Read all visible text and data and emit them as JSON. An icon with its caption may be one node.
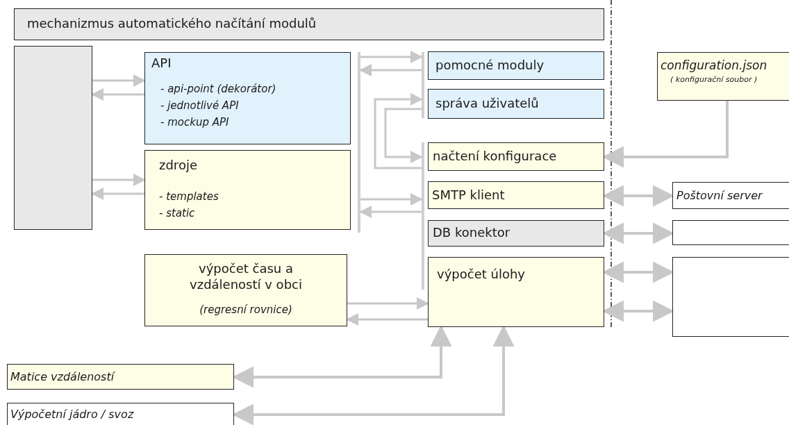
{
  "diagram": {
    "nodes": [
      {
        "text": [
          "mechanizmus automatického načítání modulů"
        ]
      },
      {
        "text": [],
        "shape": "box"
      },
      {
        "text": [
          "API",
          "- api-point (dekorátor)",
          "- jednotlivé API",
          "- mockup API"
        ]
      },
      {
        "text": [
          "zdroje",
          "- templates",
          "- static"
        ]
      },
      {
        "text": [],
        "shape": "bar"
      },
      {
        "text": [],
        "shape": "bar"
      },
      {
        "text": [],
        "shape": "bar"
      },
      {
        "text": [
          "pomocné moduly"
        ]
      },
      {
        "text": [
          "správa uživatelů"
        ]
      },
      {
        "text": [
          "načtení konfigurace"
        ]
      },
      {
        "text": [
          "SMTP klient"
        ]
      },
      {
        "text": [
          "DB konektor"
        ]
      },
      {
        "text": [
          "výpočet úlohy"
        ]
      },
      {
        "text": [
          "výpočet času a vzdáleností v obci",
          "(regresní rovnice)"
        ]
      },
      {
        "text": [
          "configuration.json",
          "( konfigurační soubor )"
        ]
      },
      {
        "text": [
          "Poštovní server"
        ]
      },
      {
        "text": [],
        "shape": "box"
      },
      {
        "text": [],
        "shape": "box"
      },
      {
        "text": [
          "Matice vzdáleností"
        ]
      },
      {
        "text": [
          "Výpočetní jádro / svoz"
        ]
      }
    ],
    "edges": [
      {
        "from": 1,
        "to": 2,
        "arrow": "to"
      },
      {
        "from": 2,
        "to": 1,
        "arrow": "to"
      },
      {
        "from": 1,
        "to": 3,
        "arrow": "to"
      },
      {
        "from": 3,
        "to": 1,
        "arrow": "to"
      },
      {
        "from": 4,
        "to": 5,
        "arrow": "to"
      },
      {
        "from": 5,
        "to": 4,
        "arrow": "to"
      },
      {
        "from": 6,
        "to": 5,
        "arrow": "to"
      },
      {
        "from": 5,
        "to": 6,
        "arrow": "to"
      },
      {
        "from": 4,
        "to": 6,
        "arrow": "to"
      },
      {
        "from": 6,
        "to": 4,
        "arrow": "to"
      },
      {
        "from": 13,
        "to": 12,
        "arrow": "to"
      },
      {
        "from": 12,
        "to": 13,
        "arrow": "to"
      },
      {
        "from": 14,
        "to": 9,
        "arrow": "to"
      },
      {
        "from": 10,
        "to": 15,
        "arrow": "both"
      },
      {
        "from": 11,
        "to": 16,
        "arrow": "both"
      },
      {
        "from": 12,
        "to": 17,
        "arrow": "both"
      },
      {
        "from": 12,
        "to": 17,
        "arrow": "both"
      },
      {
        "from": 12,
        "to": 18,
        "arrow": "both"
      },
      {
        "from": 12,
        "to": 19,
        "arrow": "both"
      }
    ]
  }
}
